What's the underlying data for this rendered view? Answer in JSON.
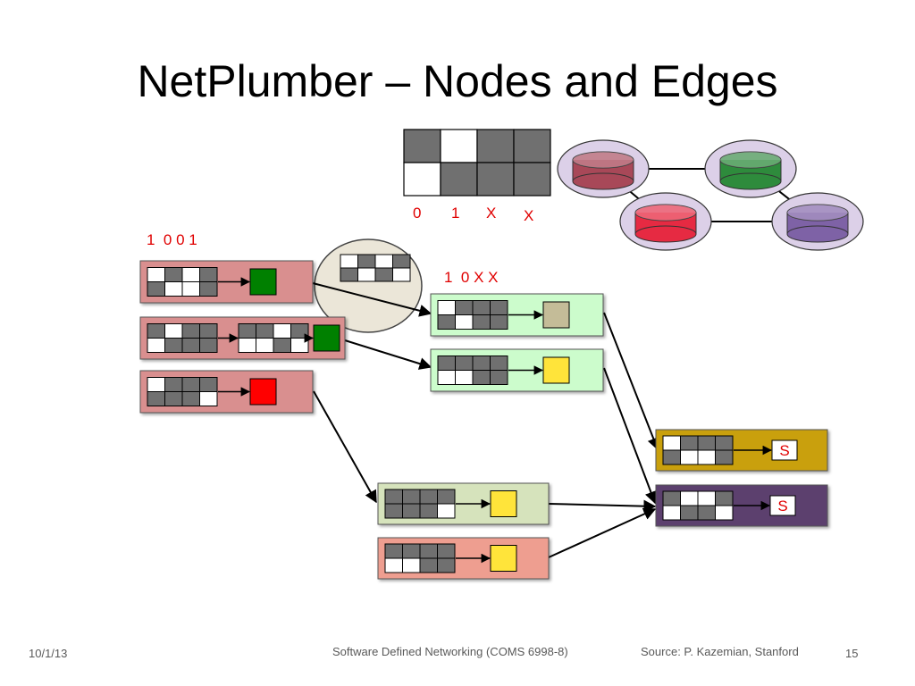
{
  "slide": {
    "title": "NetPlumber – Nodes and Edges",
    "legend_bits": [
      "0",
      "1",
      "X",
      "X"
    ],
    "input_header": "1  0 0 1",
    "output_header": "1  0 X X",
    "sink_label": "S"
  },
  "footer": {
    "date": "10/1/13",
    "course": "Software Defined Networking (COMS 6998-8)",
    "source": "Source: P. Kazemian, Stanford",
    "page": "15"
  },
  "colors": {
    "cell_dark": "#707070",
    "cell_light": "#ffffff",
    "rule_pink": "#d98f8f",
    "rule_green": "#ccfccc",
    "rule_olive": "#d6e3bc",
    "rule_salmon": "#ee9e90",
    "sink_gold": "#c9a010",
    "sink_purple": "#5c3f6e",
    "box_green": "#008000",
    "box_red": "#ff0000",
    "box_tan": "#c4bc98",
    "box_yellow": "#ffe43a",
    "ellipse_fill": "#ebe6d8",
    "router_darkred": "#a84858",
    "router_green": "#2e8b3c",
    "router_red": "#e62a42",
    "router_purple": "#7e62a6",
    "topology_fill": "#dcd0e8",
    "label_red": "#e00000"
  }
}
